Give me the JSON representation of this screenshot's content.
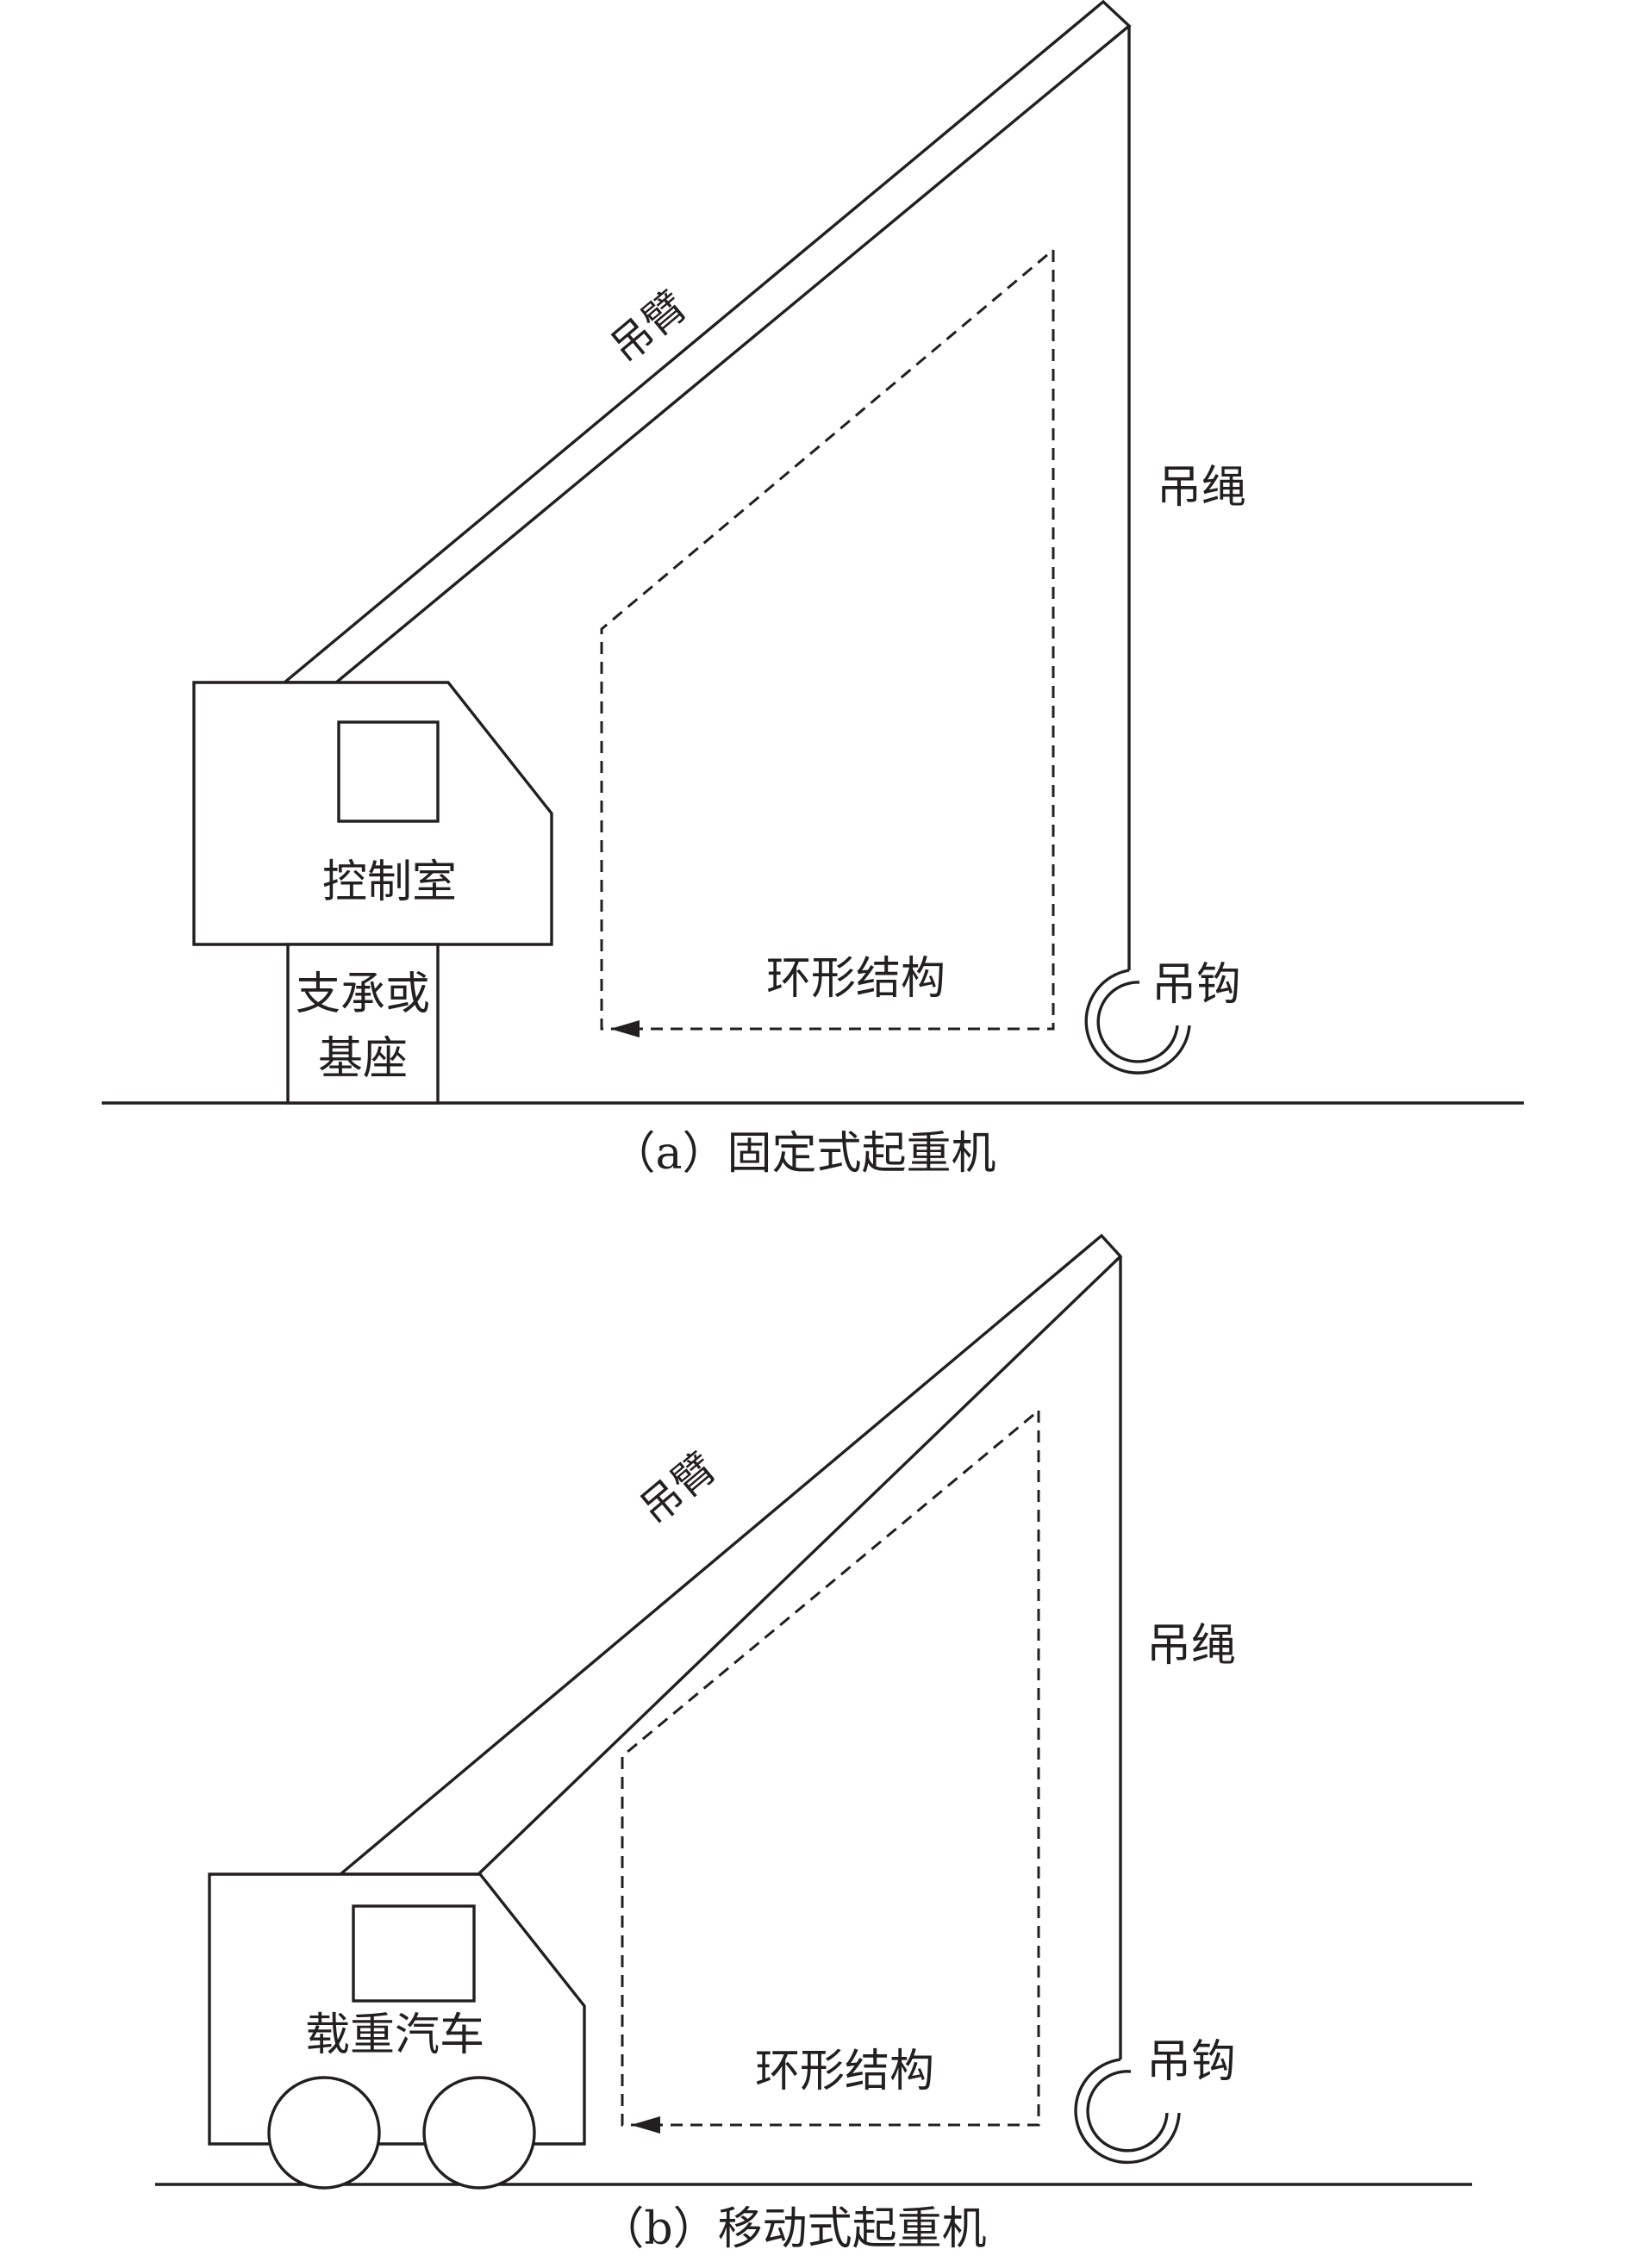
{
  "figure_a": {
    "boom_label": "吊臂",
    "rope_label": "吊绳",
    "hook_label": "吊钩",
    "cabin_label": "控制室",
    "support_label_line1": "支承或",
    "support_label_line2": "基座",
    "loop_label": "环形结构",
    "caption": "（a）固定式起重机"
  },
  "figure_b": {
    "boom_label": "吊臂",
    "rope_label": "吊绳",
    "hook_label": "吊钩",
    "vehicle_label": "载重汽车",
    "loop_label": "环形结构",
    "caption": "（b）移动式起重机"
  },
  "colors": {
    "line": "#231f20",
    "background": "#ffffff"
  }
}
